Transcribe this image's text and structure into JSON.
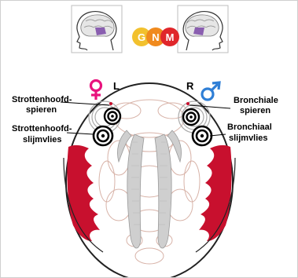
{
  "logo": {
    "letters": [
      "G",
      "N",
      "M"
    ],
    "colors": [
      "#f2c12e",
      "#f08a1e",
      "#e0262b"
    ]
  },
  "side_left": "L",
  "side_right": "R",
  "labels": {
    "left_top_line1": "Strottenhoofd-",
    "left_top_line2": "spieren",
    "left_bottom_line1": "Strottenhoofd-",
    "left_bottom_line2": "slijmvlies",
    "right_top_line1": "Bronchiale",
    "right_top_line2": "spieren",
    "right_bottom_line1": "Bronchiaal",
    "right_bottom_line2": "slijmvlies"
  },
  "colors": {
    "female": "#e8127d",
    "male": "#2f7fd6",
    "highlight": "#c8102e",
    "brain_region": "#8a5fb0"
  },
  "icons": [
    "head-profile-left-icon",
    "head-profile-right-icon",
    "female-symbol-icon",
    "male-symbol-icon",
    "target-ring-icon"
  ]
}
